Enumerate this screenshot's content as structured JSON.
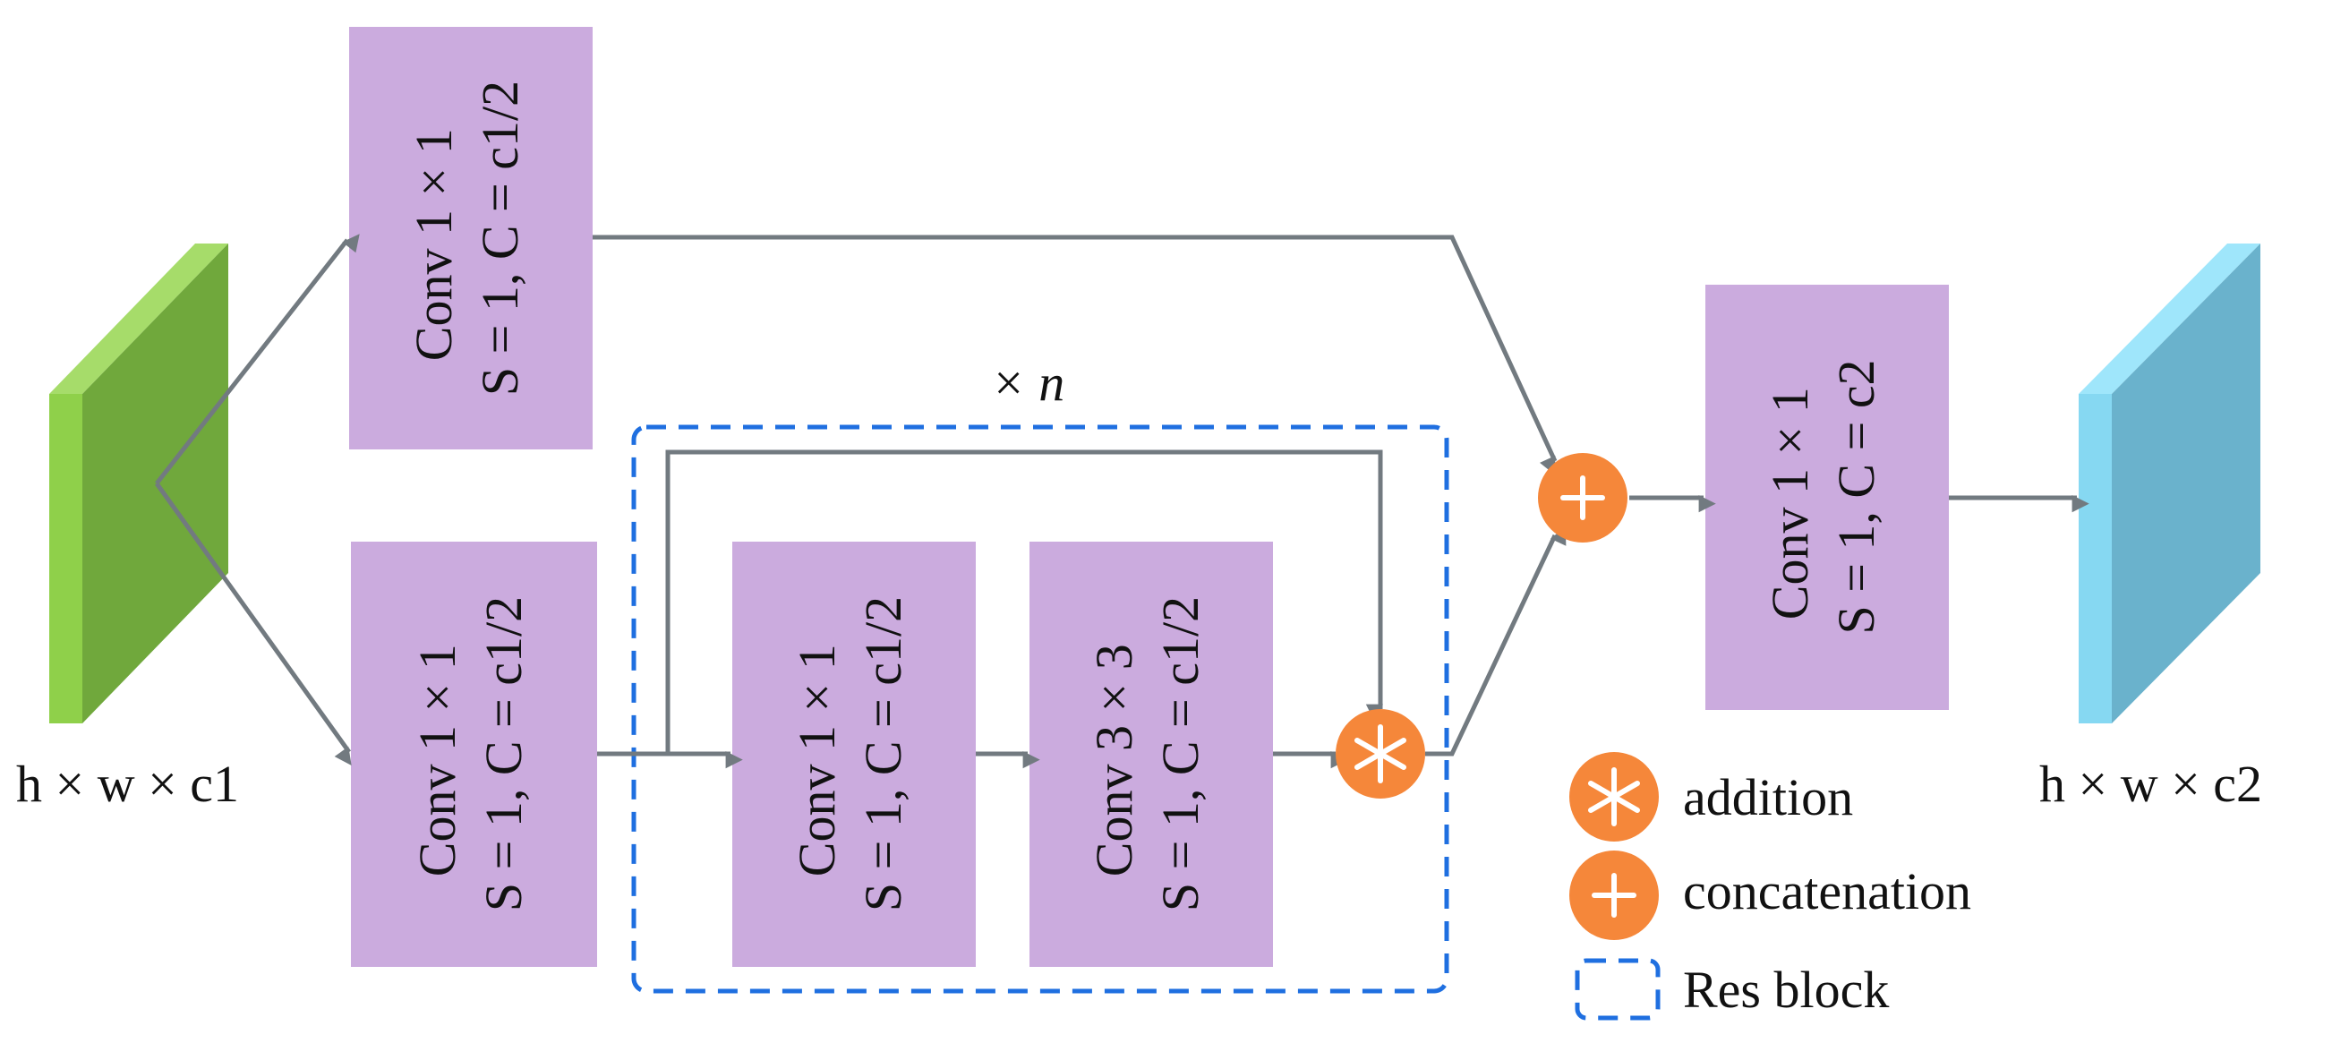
{
  "input": {
    "label": "h × w × c1",
    "color_front": "#70a83c",
    "color_side": "#8fd04a",
    "color_top": "#a6dc6a"
  },
  "output": {
    "label": "h × w × c2",
    "color_front": "#6ab2cc",
    "color_side": "#86d8f2",
    "color_top": "#9fe6fb"
  },
  "blocks": [
    {
      "line1": "Conv 1 × 1",
      "line2": "S = 1, C = c1/2"
    },
    {
      "line1": "Conv 1 × 1",
      "line2": "S = 1, C = c1/2"
    },
    {
      "line1": "Conv 1 × 1",
      "line2": "S = 1, C = c1/2"
    },
    {
      "line1": "Conv 3 × 3",
      "line2": "S = 1, C = c1/2"
    },
    {
      "line1": "Conv 1 × 1",
      "line2": "S = 1, C = c2"
    }
  ],
  "res_block": {
    "repeat_label": "× n"
  },
  "legend": {
    "addition": "addition",
    "concatenation": "concatenation",
    "res_block": "Res block"
  },
  "colors": {
    "block_fill": "#cbabde",
    "arrow": "#727a80",
    "operator": "#f5873a",
    "res_border": "#1f6fe0"
  }
}
